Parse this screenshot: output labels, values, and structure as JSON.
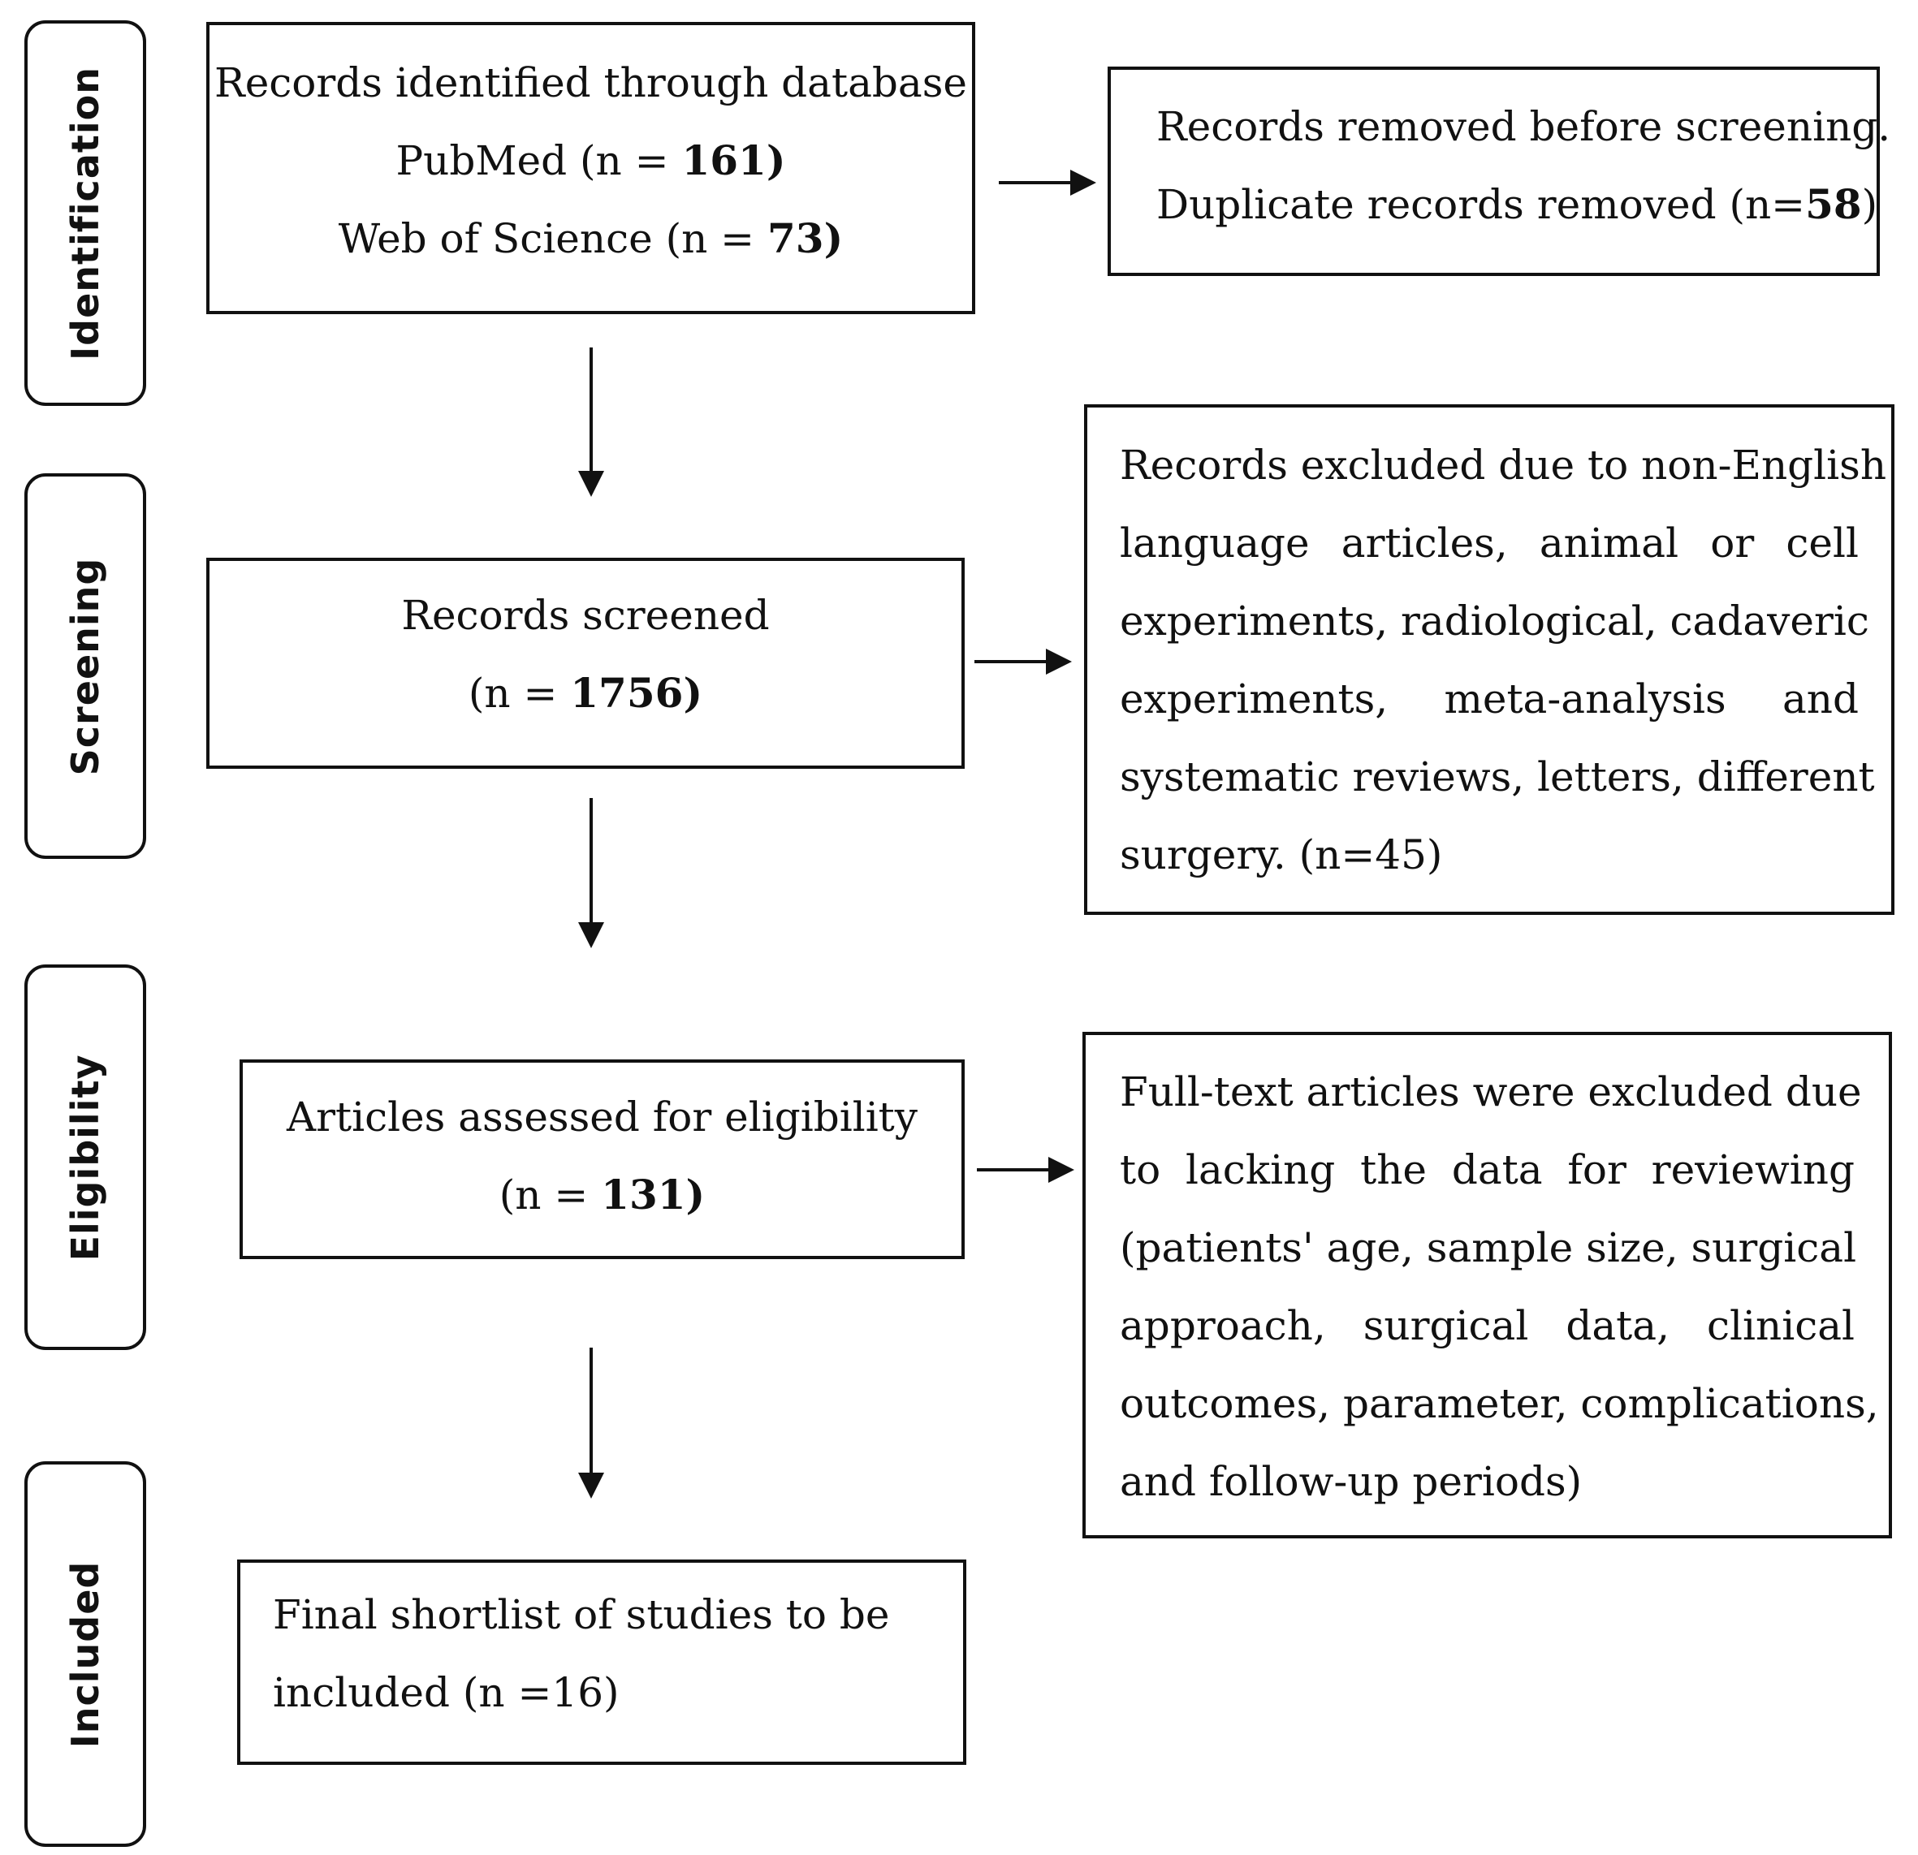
{
  "stages": {
    "identification": "Identification",
    "screening": "Screening",
    "eligibility": "Eligibility",
    "included": "Included"
  },
  "identification_box": {
    "line1": "Records identified through database",
    "pubmed_prefix": "PubMed (n = ",
    "pubmed_n": "161",
    "wos_prefix": "Web of Science (n = ",
    "wos_n": "73",
    "close": ")"
  },
  "removed_box": {
    "line1": "Records removed before screening.",
    "line2_prefix": "Duplicate records removed (n=",
    "n": "58",
    "close": ")"
  },
  "screened_box": {
    "line1": "Records screened",
    "prefix": "(n = ",
    "n": "1756",
    "close": ")"
  },
  "excluded_box": {
    "lines": [
      "Records excluded due to non-English",
      "language articles, animal or cell",
      "experiments, radiological, cadaveric",
      "experiments, meta-analysis and",
      "systematic reviews, letters, different",
      "surgery. (n=45)"
    ]
  },
  "eligibility_box": {
    "line1": "Articles assessed for eligibility",
    "prefix": "(n = ",
    "n": "131",
    "close": ")"
  },
  "fulltext_box": {
    "lines": [
      "Full-text articles were excluded due",
      "to lacking the data for reviewing",
      "(patients' age, sample size, surgical",
      "approach, surgical data, clinical",
      "outcomes, parameter, complications,",
      "and follow-up periods)"
    ]
  },
  "included_box": {
    "line1": "Final shortlist of studies to be",
    "line2": "included (n =16)"
  }
}
